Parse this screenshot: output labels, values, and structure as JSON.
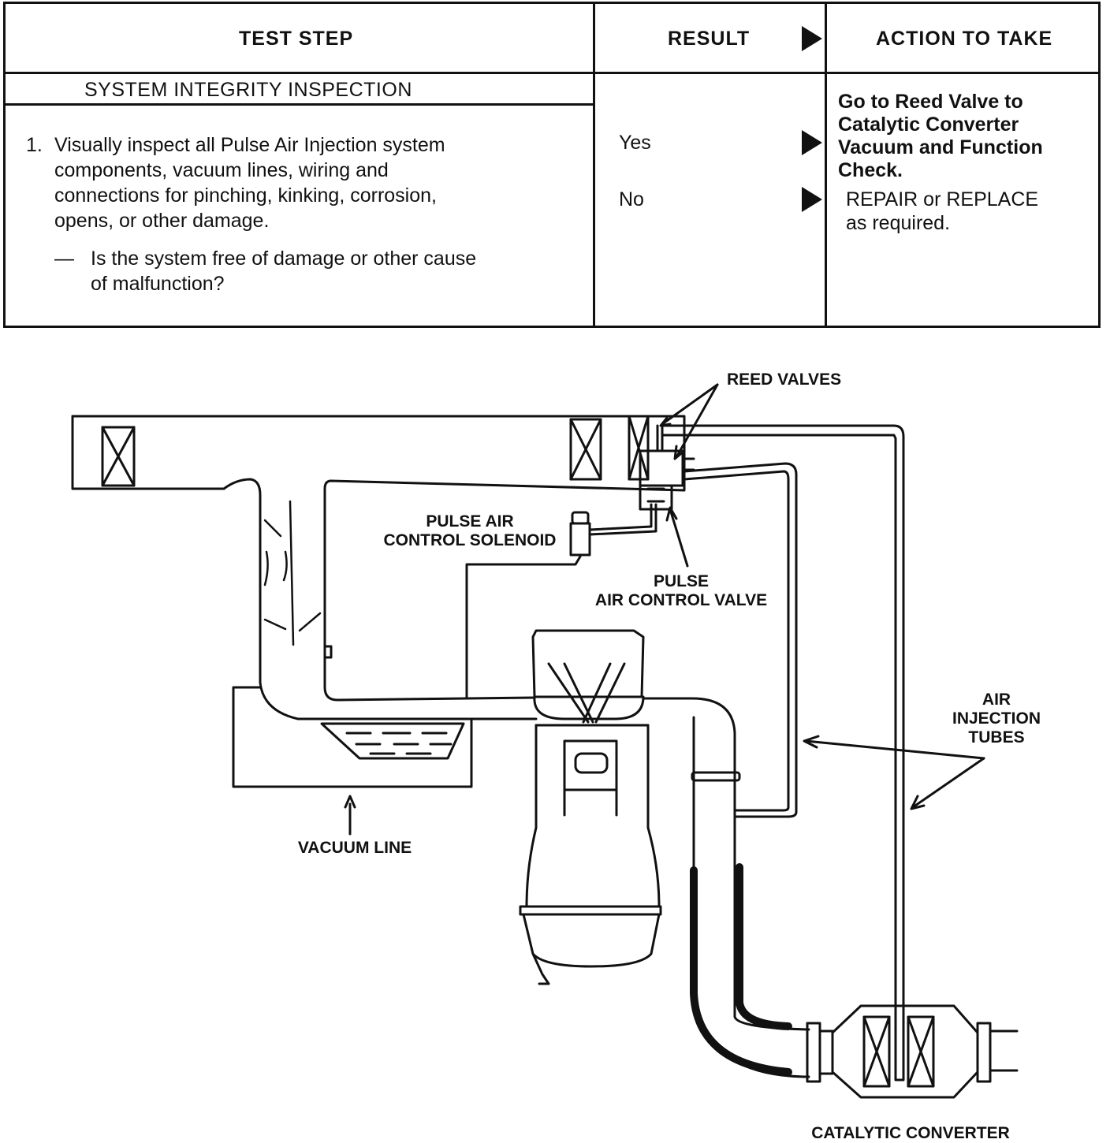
{
  "table": {
    "headers": {
      "test_step": "TEST STEP",
      "result": "RESULT",
      "action": "ACTION TO TAKE"
    },
    "section_title": "SYSTEM INTEGRITY INSPECTION",
    "step": {
      "number": "1.",
      "text_lines": [
        "Visually inspect all Pulse Air Injection system",
        "components, vacuum lines, wiring and",
        "connections for pinching, kinking, corrosion,",
        "opens, or other damage."
      ],
      "question_dash": "—",
      "question_lines": [
        "Is the system free of damage or other cause",
        "of malfunction?"
      ]
    },
    "results": [
      {
        "label": "Yes",
        "action_lines": [
          "Go to Reed Valve to",
          "Catalytic Converter",
          "Vacuum and Function",
          "Check."
        ]
      },
      {
        "label": "No",
        "action_lines": [
          "REPAIR or REPLACE",
          "as required."
        ]
      }
    ]
  },
  "diagram": {
    "labels": {
      "reed_valves": "REED VALVES",
      "pulse_air_control_solenoid": [
        "PULSE AIR",
        "CONTROL SOLENOID"
      ],
      "pulse_air_control_valve": [
        "PULSE",
        "AIR CONTROL VALVE"
      ],
      "air_injection_tubes": [
        "AIR",
        "INJECTION",
        "TUBES"
      ],
      "vacuum_line": "VACUUM LINE",
      "catalytic_converter": "CATALYTIC CONVERTER"
    }
  }
}
